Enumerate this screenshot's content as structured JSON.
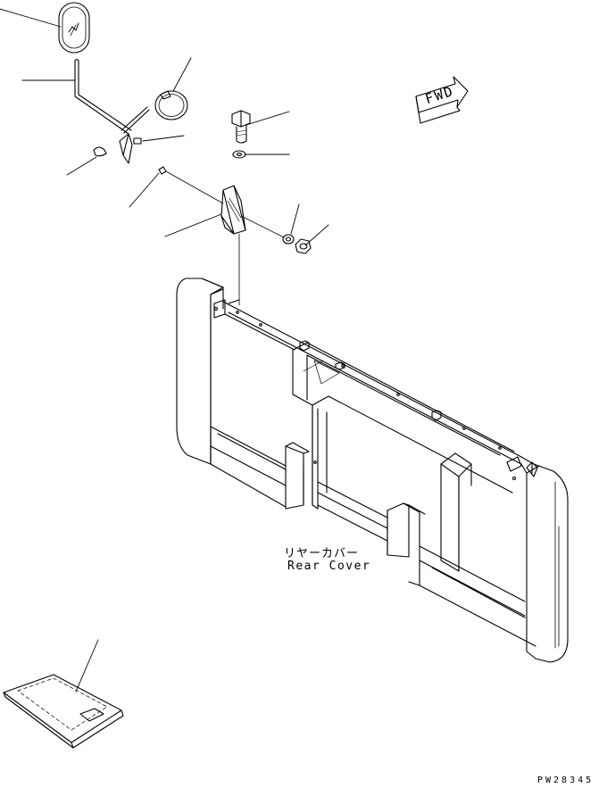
{
  "diagram": {
    "fwd_label": "FWD",
    "part_caption_jp": "リヤーカバー",
    "part_caption_en": "Rear Cover",
    "drawing_number": "PW28345"
  }
}
